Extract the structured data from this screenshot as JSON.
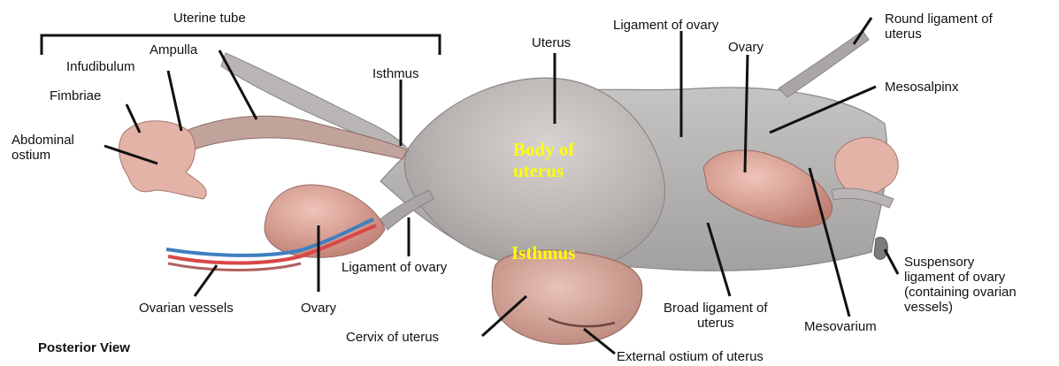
{
  "labels": {
    "uterine_tube": "Uterine tube",
    "ampulla": "Ampulla",
    "infundibulum": "Infudibulum",
    "fimbriae": "Fimbriae",
    "abdominal_ostium": "Abdominal\nostium",
    "isthmus_tube": "Isthmus",
    "uterus": "Uterus",
    "ligament_of_ovary_top": "Ligament of ovary",
    "ovary_top": "Ovary",
    "round_ligament": "Round ligament of\nuterus",
    "mesosalpinx": "Mesosalpinx",
    "body_of_uterus": "Body of\nuterus",
    "isthmus_uterus": "Isthmus",
    "ligament_of_ovary_bottom": "Ligament of ovary",
    "ovary_bottom": "Ovary",
    "ovarian_vessels": "Ovarian vessels",
    "cervix": "Cervix of uterus",
    "external_ostium": "External ostium of uterus",
    "broad_ligament": "Broad ligament of\nuterus",
    "mesovarium": "Mesovarium",
    "suspensory_ligament": "Suspensory\nligament of ovary\n(containing ovarian\nvessels)",
    "posterior_view": "Posterior View"
  },
  "colors": {
    "ligament": "#b5b5b5",
    "ligament_dark": "#8f8f8f",
    "ovary": "#d99a8e",
    "fimbriae": "#e8b9ae",
    "artery": "#d84848",
    "vein": "#3f7fc0",
    "highlight": "#ffff00"
  }
}
